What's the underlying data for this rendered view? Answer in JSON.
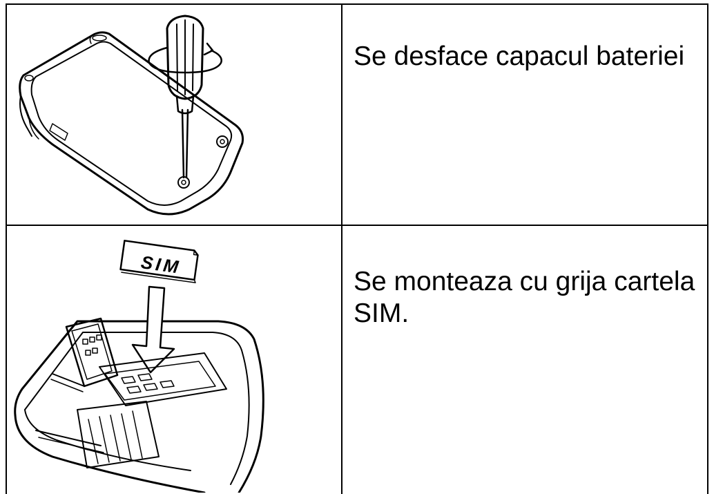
{
  "steps": [
    {
      "illustration": "screwdriver-unscrewing-battery-cover",
      "text": "Se desface capacul bateriei"
    },
    {
      "illustration": "sim-card-insertion",
      "sim_label": "SIM",
      "text_lines": [
        "Se monteaza cu grija cartela",
        "SIM."
      ]
    }
  ]
}
